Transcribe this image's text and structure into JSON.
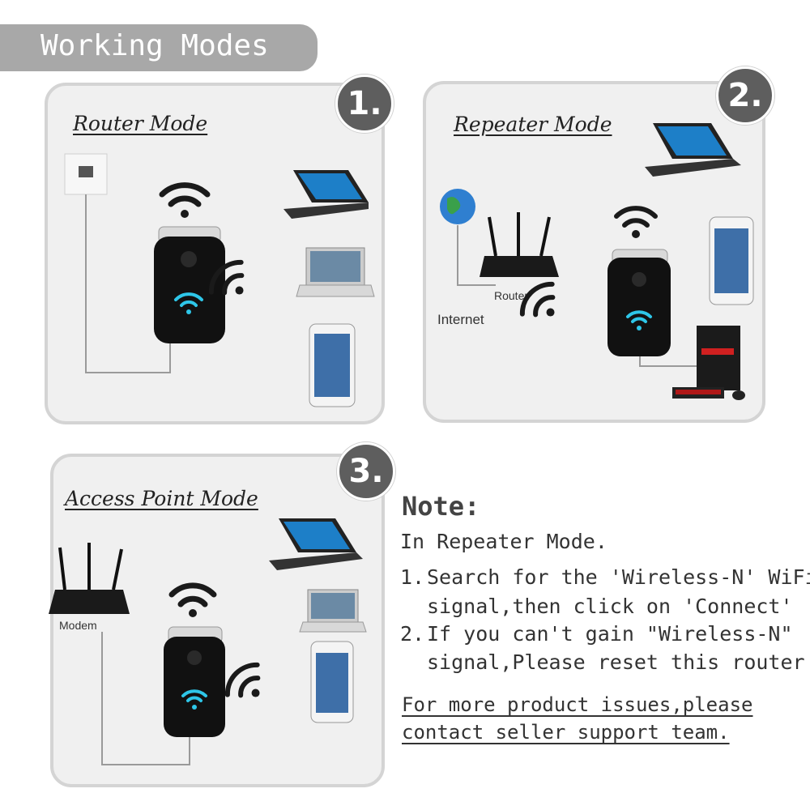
{
  "header": {
    "title": "Working Modes"
  },
  "panels": [
    {
      "number": "1.",
      "title": "Router Mode"
    },
    {
      "number": "2.",
      "title": "Repeater Mode",
      "labels": {
        "router": "Router",
        "internet": "Internet"
      }
    },
    {
      "number": "3.",
      "title": "Access Point Mode",
      "labels": {
        "modem": "Modem"
      }
    }
  ],
  "note": {
    "title": "Note:",
    "intro": "In Repeater Mode.",
    "steps": [
      {
        "num": "1.",
        "line1": "Search for the 'Wireless-N' WiFi",
        "line2": "signal,then click on 'Connect'"
      },
      {
        "num": "2.",
        "line1": "If you can't gain \"Wireless-N\"",
        "line2": "signal,Please reset this router"
      }
    ],
    "footer_line1": "For more product issues,please",
    "footer_line2": "contact seller support team."
  },
  "colors": {
    "banner": "#a8a8a8",
    "badge": "#5e5e5e",
    "panel_bg": "#f0f0f0",
    "wifi_led": "#2ec6e8"
  }
}
